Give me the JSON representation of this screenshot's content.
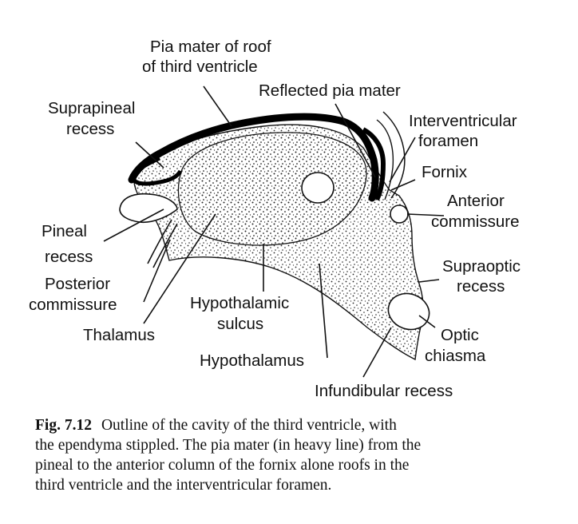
{
  "labels": {
    "pia_roof_1": "Pia mater of roof",
    "pia_roof_2": "of third ventricle",
    "reflected_pia": "Reflected pia mater",
    "suprapineal_1": "Suprapineal",
    "suprapineal_2": "recess",
    "interventricular_1": "Interventricular",
    "interventricular_2": "foramen",
    "fornix": "Fornix",
    "anterior_comm_1": "Anterior",
    "anterior_comm_2": "commissure",
    "pineal_1": "Pineal",
    "pineal_2": "recess",
    "posterior_comm_1": "Posterior",
    "posterior_comm_2": "commissure",
    "supraoptic_1": "Supraoptic",
    "supraoptic_2": "recess",
    "hypothalamic_sulcus_1": "Hypothalamic",
    "hypothalamic_sulcus_2": "sulcus",
    "thalamus": "Thalamus",
    "optic_chiasma_1": "Optic",
    "optic_chiasma_2": "chiasma",
    "hypothalamus": "Hypothalamus",
    "infundibular": "Infundibular recess"
  },
  "caption": {
    "fig_number": "Fig. 7.12",
    "line1": "Outline of the cavity of the third ventricle, with",
    "line2": "the ependyma stippled. The pia mater (in heavy line) from the",
    "line3": "pineal to the anterior column of the fornix alone roofs in the",
    "line4": "third ventricle and the interventricular foramen."
  }
}
